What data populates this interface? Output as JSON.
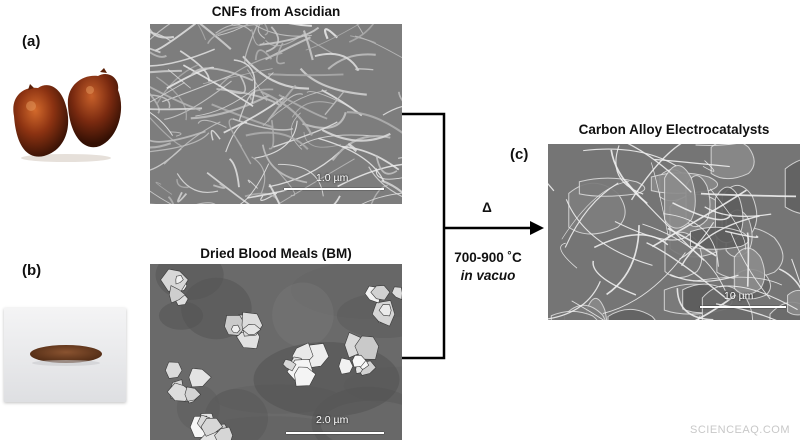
{
  "panels": {
    "a": {
      "label": "(a)",
      "title": "CNFs from Ascidian",
      "scale": "1.0 µm"
    },
    "b": {
      "label": "(b)",
      "title": "Dried Blood Meals (BM)",
      "scale": "2.0 µm"
    },
    "c": {
      "label": "(c)",
      "title": "Carbon Alloy Electrocatalysts",
      "scale": "10 µm"
    }
  },
  "process": {
    "symbol": "Δ",
    "temperature": "700-900 ˚C",
    "condition": "in vacuo"
  },
  "watermark": "SCIENCEAQ.COM",
  "colors": {
    "sem_gray": "#8d8d8d",
    "ascidian": "#7a2a10",
    "powder": "#6b3a1e",
    "line": "#000000"
  }
}
